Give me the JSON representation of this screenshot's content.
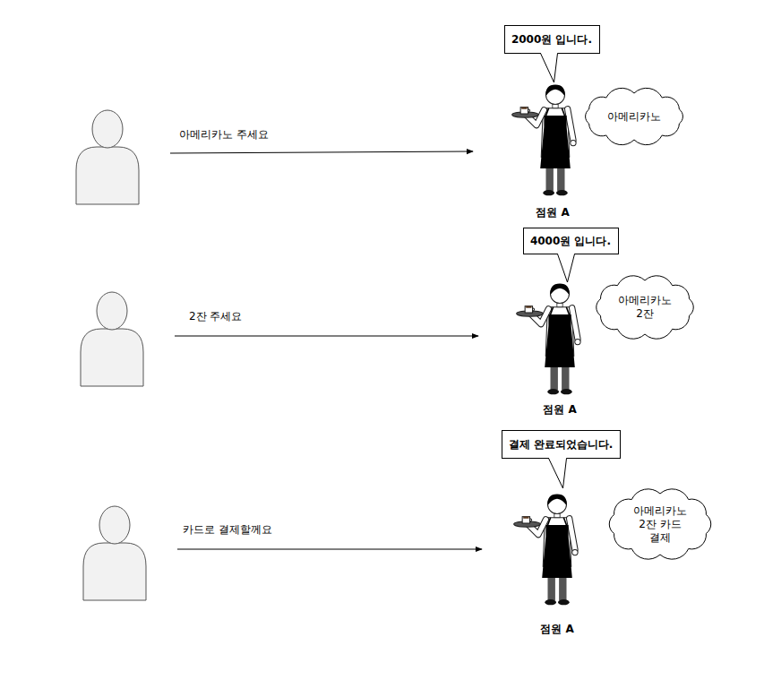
{
  "diagram": {
    "nodes": [
      {
        "text": [
          "2000원 입니다."
        ]
      },
      {
        "text": [
          "아메리카노"
        ]
      },
      {
        "text": [
          "4000원 입니다."
        ]
      },
      {
        "text": [
          "아메리카노 2잔"
        ]
      },
      {
        "text": [
          "결제 완료되었습니다."
        ]
      },
      {
        "text": [
          "아메리카노 2잔 카드 결제"
        ]
      }
    ],
    "labels": [
      "아메리카노 주세요",
      "점원 A",
      "2잔 주세요",
      "점원 A",
      "카드로 결제할께요",
      "점원 A"
    ]
  }
}
